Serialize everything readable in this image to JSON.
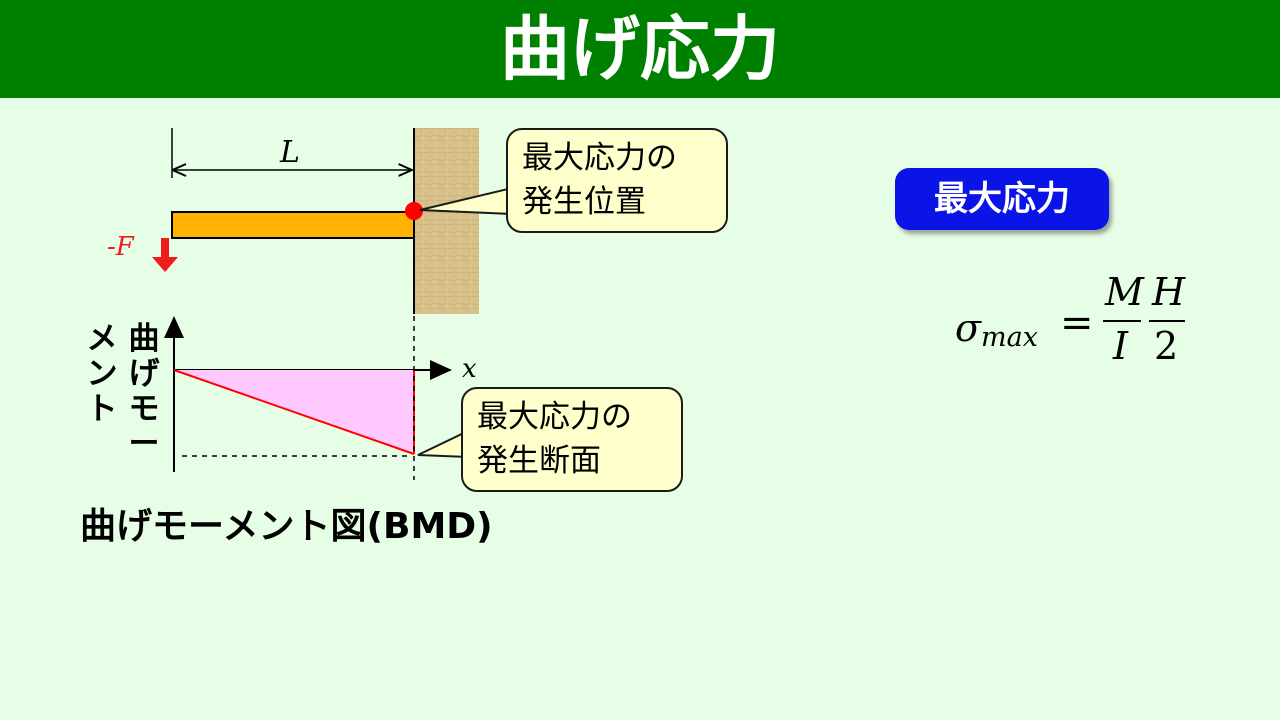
{
  "header": {
    "title": "曲げ応力"
  },
  "beam": {
    "length_label": "L",
    "force_label": "-F",
    "axis_label": "x",
    "colors": {
      "beam": "#ffb300",
      "force_arrow": "#ff0000",
      "point": "#ff0000",
      "wall": "#d8c08a",
      "bmd_fill": "#ffc8ff",
      "bmd_line": "#ff0000"
    }
  },
  "callouts": {
    "max_stress_position": {
      "line1": "最大応力の",
      "line2": "発生位置"
    },
    "max_stress_section": {
      "line1": "最大応力の",
      "line2": "発生断面"
    }
  },
  "bmd": {
    "ylabel_col_left": "メント",
    "ylabel_col_right": "曲げモー",
    "title": "曲げモーメント図(BMD)"
  },
  "badge": {
    "label": "最大応力",
    "color": "#0a14e6"
  },
  "formula": {
    "sigma": "σ",
    "subscript": "max",
    "equals": "=",
    "numerator1": "M",
    "denominator1": "I",
    "numerator2": "H",
    "denominator2": "2"
  }
}
